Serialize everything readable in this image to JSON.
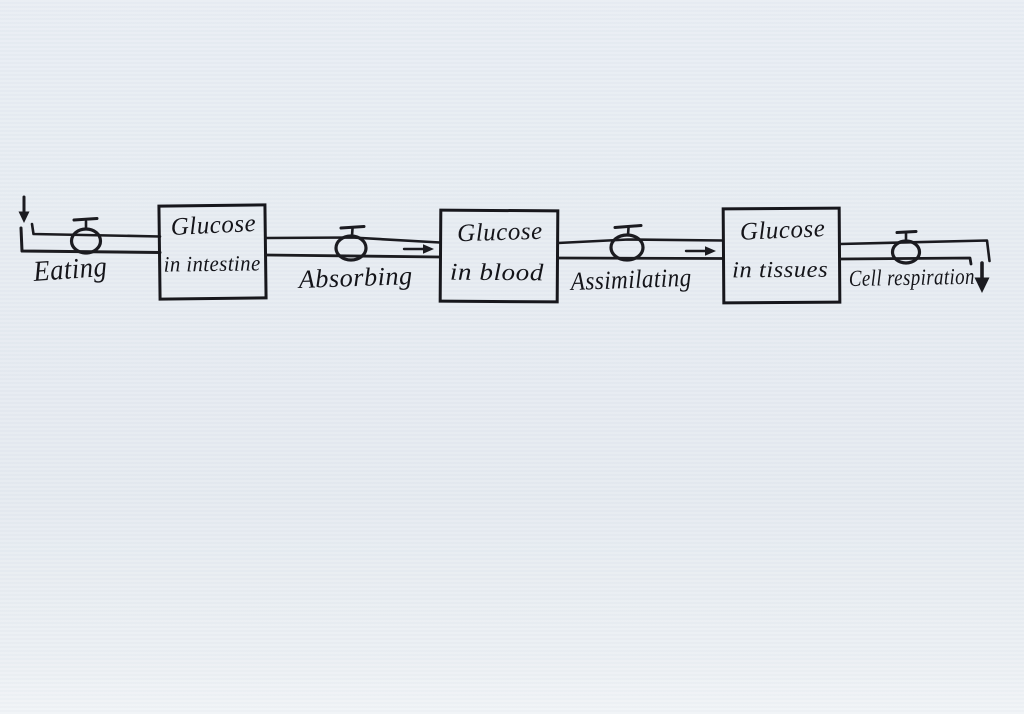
{
  "page": {
    "description": "Hand-drawn stock-and-flow diagram of glucose metabolism on light blue paper",
    "paper_color": "#e8edf3",
    "ink_color": "#1b1b20"
  },
  "diagram": {
    "type": "stock-and-flow",
    "stocks": [
      {
        "id": "glucose-in-intestine",
        "line1": "Glucose",
        "line2": "in intestine"
      },
      {
        "id": "glucose-in-blood",
        "line1": "Glucose",
        "line2": "in blood"
      },
      {
        "id": "glucose-in-tissues",
        "line1": "Glucose",
        "line2": "in tissues"
      }
    ],
    "flows": [
      {
        "id": "eating",
        "label": "Eating"
      },
      {
        "id": "absorbing",
        "label": "Absorbing"
      },
      {
        "id": "assimilating",
        "label": "Assimilating"
      },
      {
        "id": "cell-respiration",
        "label": "Cell respiration"
      }
    ]
  }
}
